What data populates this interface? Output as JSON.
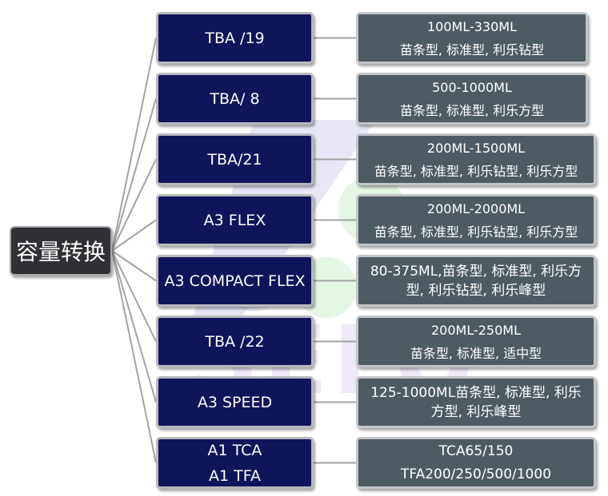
{
  "root": {
    "label": "容量转换"
  },
  "branches": [
    {
      "name": "TBA /19",
      "lines": [
        "100ML-330ML",
        "苗条型, 标准型, 利乐钻型"
      ]
    },
    {
      "name": "TBA/ 8",
      "lines": [
        "500-1000ML",
        "苗条型, 标准型, 利乐方型"
      ]
    },
    {
      "name": "TBA/21",
      "lines": [
        "200ML-1500ML",
        "苗条型, 标准型, 利乐钻型, 利乐方型"
      ]
    },
    {
      "name": "A3 FLEX",
      "lines": [
        "200ML-2000ML",
        "苗条型, 标准型, 利乐钻型, 利乐方型"
      ]
    },
    {
      "name": "A3 COMPACT FLEX",
      "lines": [
        "80-375ML,苗条型, 标准型, 利乐方",
        "型, 利乐钻型, 利乐峰型"
      ]
    },
    {
      "name": "TBA /22",
      "lines": [
        "200ML-250ML",
        "苗条型, 标准型, 适中型"
      ]
    },
    {
      "name": "A3 SPEED",
      "lines": [
        "125-1000ML苗条型, 标准型, 利乐",
        "方型, 利乐峰型"
      ]
    },
    {
      "name": [
        "A1 TCA",
        "A1 TFA"
      ],
      "lines": [
        "TCA65/150",
        "TFA200/250/500/1000"
      ]
    }
  ],
  "watermark": {
    "text": "SELO"
  },
  "colors": {
    "root_fill": "#2f3033",
    "branch_fill": "#10145a",
    "leaf_fill": "#4e5b63",
    "connector": "#a3a3a3"
  }
}
